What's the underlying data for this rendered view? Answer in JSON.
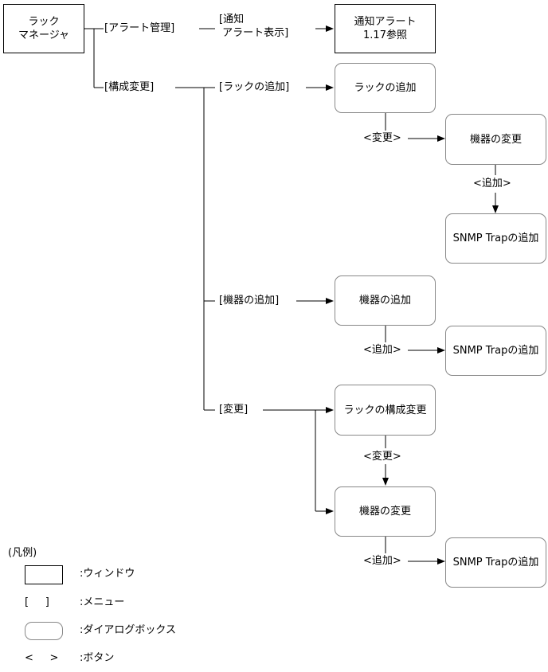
{
  "windows": {
    "rack_manager": "ラック\nマネージャ",
    "notification_alert": "通知アラート\n1.17参照"
  },
  "menus": {
    "alert_management": "[アラート管理]",
    "notification_alert_display": "[通知\n アラート表示]",
    "config_change": "[構成変更]",
    "add_rack": "[ラックの追加]",
    "add_device": "[機器の追加]",
    "change": "[変更]"
  },
  "dialogs": {
    "add_rack": "ラックの追加",
    "change_device_1": "機器の変更",
    "add_snmp_trap_1": "SNMP Trapの追加",
    "add_device": "機器の追加",
    "add_snmp_trap_2": "SNMP Trapの追加",
    "rack_config_change": "ラックの構成変更",
    "change_device_2": "機器の変更",
    "add_snmp_trap_3": "SNMP Trapの追加"
  },
  "buttons": {
    "change_1": "<変更>",
    "add_1": "<追加>",
    "add_2": "<追加>",
    "change_2": "<変更>",
    "add_3": "<追加>"
  },
  "legend": {
    "title": "(凡例)",
    "window": ":ウィンドウ",
    "menu_symbol": "[     ]",
    "menu": ":メニュー",
    "dialog": ":ダイアログボックス",
    "button_symbol": "<     >",
    "button": ":ボタン"
  },
  "colors": {
    "line": "#000000",
    "dialog_border": "#888888"
  }
}
